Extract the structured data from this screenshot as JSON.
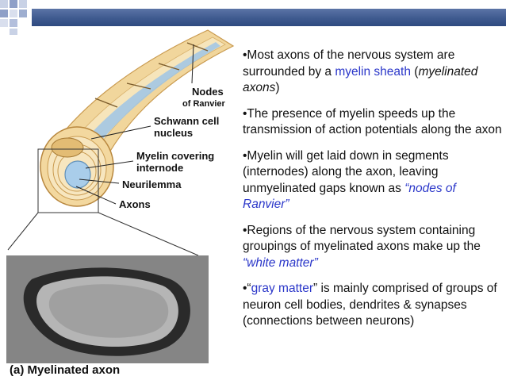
{
  "slide": {
    "colors": {
      "bar": "#3f5a8f",
      "accent_squares": "#aab8d8",
      "highlight": "#2a36c9"
    },
    "diagram": {
      "labels": {
        "nodes": "Nodes",
        "of_ranvier": "of Ranvier",
        "schwann_1": "Schwann cell",
        "schwann_2": "nucleus",
        "myelin_1": "Myelin covering",
        "myelin_2": "internode",
        "neurilemma": "Neurilemma",
        "axons": "Axons"
      },
      "caption": "(a) Myelinated axon"
    },
    "bullets": {
      "b1": {
        "pre": "•Most axons of the nervous system are surrounded by a ",
        "blue": "myelin sheath",
        "mid": " (",
        "italic": "myelinated axons",
        "post": ")"
      },
      "b2": {
        "text": "•The presence of myelin speeds up the transmission of action potentials along the axon"
      },
      "b3": {
        "pre": "•Myelin will get laid down in segments (internodes) along the axon, leaving unmyelinated gaps known as ",
        "blue": "“nodes of Ranvier”"
      },
      "b4": {
        "pre": "•Regions of the nervous system containing groupings of myelinated axons  make up the ",
        "blue": "“white matter”"
      },
      "b5": {
        "pre": "•“",
        "blue": "gray matter",
        "post": "” is mainly comprised of groups of neuron cell bodies, dendrites & synapses (connections between neurons)"
      }
    }
  }
}
